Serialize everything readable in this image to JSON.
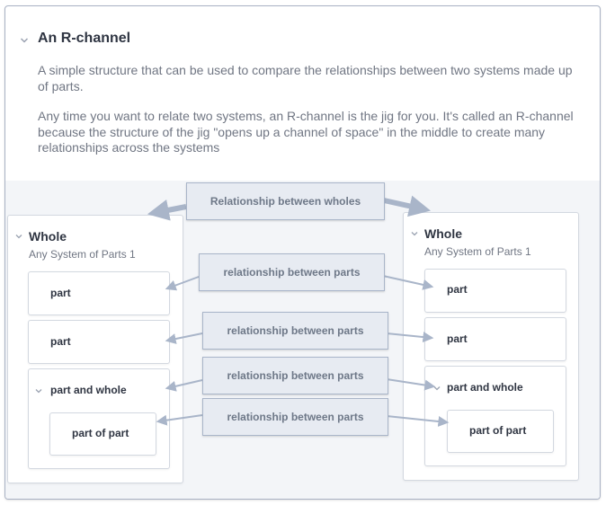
{
  "header": {
    "title": "An R-channel",
    "description_1": "A simple structure that can be used to compare the relationships between two systems made up of parts.",
    "description_2": "Any time you want to relate two systems, an R-channel is the jig for you. It's called an R-channel because the structure of the jig \"opens up a channel of space\" in the middle to create many relationships across the systems"
  },
  "left_system": {
    "title": "Whole",
    "subtitle": "Any System of Parts 1",
    "part_1": "part",
    "part_2": "part",
    "part_3": "part and whole",
    "sub_part": "part of part"
  },
  "right_system": {
    "title": "Whole",
    "subtitle": "Any System of Parts 1",
    "part_1": "part",
    "part_2": "part",
    "part_3": "part and whole",
    "sub_part": "part of part"
  },
  "relationships": {
    "wholes": "Relationship between wholes",
    "parts_1": "relationship between parts",
    "parts_2": "relationship between parts",
    "parts_3": "relationship between parts",
    "parts_4": "relationship between parts"
  },
  "colors": {
    "arrow": "#a9b5c9",
    "relationship_fill": "#e7ebf2",
    "title_text": "#2f3542"
  }
}
